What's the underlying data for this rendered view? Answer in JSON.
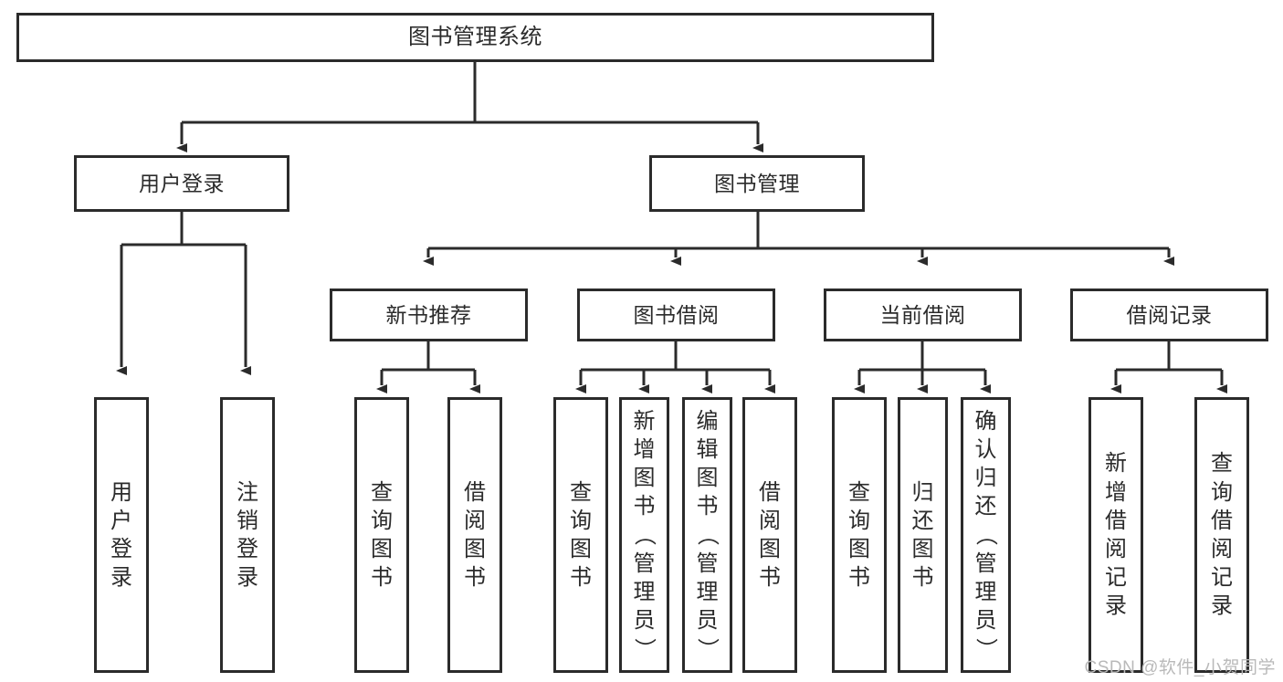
{
  "diagram": {
    "title": "图书管理系统",
    "type": "tree-hierarchy",
    "stroke_color": "#2b2b2b",
    "background_color": "#ffffff",
    "root": {
      "label": "图书管理系统"
    },
    "level2": [
      {
        "label": "用户登录"
      },
      {
        "label": "图书管理"
      }
    ],
    "level3": [
      {
        "label": "新书推荐"
      },
      {
        "label": "图书借阅"
      },
      {
        "label": "当前借阅"
      },
      {
        "label": "借阅记录"
      }
    ],
    "leaves": [
      {
        "label": "用户登录"
      },
      {
        "label": "注销登录"
      },
      {
        "label": "查询图书"
      },
      {
        "label": "借阅图书"
      },
      {
        "label": "查询图书"
      },
      {
        "label": "新增图书（管理员）"
      },
      {
        "label": "编辑图书（管理员）"
      },
      {
        "label": "借阅图书"
      },
      {
        "label": "查询图书"
      },
      {
        "label": "归还图书"
      },
      {
        "label": "确认归还（管理员）"
      },
      {
        "label": "新增借阅记录"
      },
      {
        "label": "查询借阅记录"
      }
    ]
  },
  "watermark": {
    "text": "CSDN @软件_小贺同学"
  }
}
